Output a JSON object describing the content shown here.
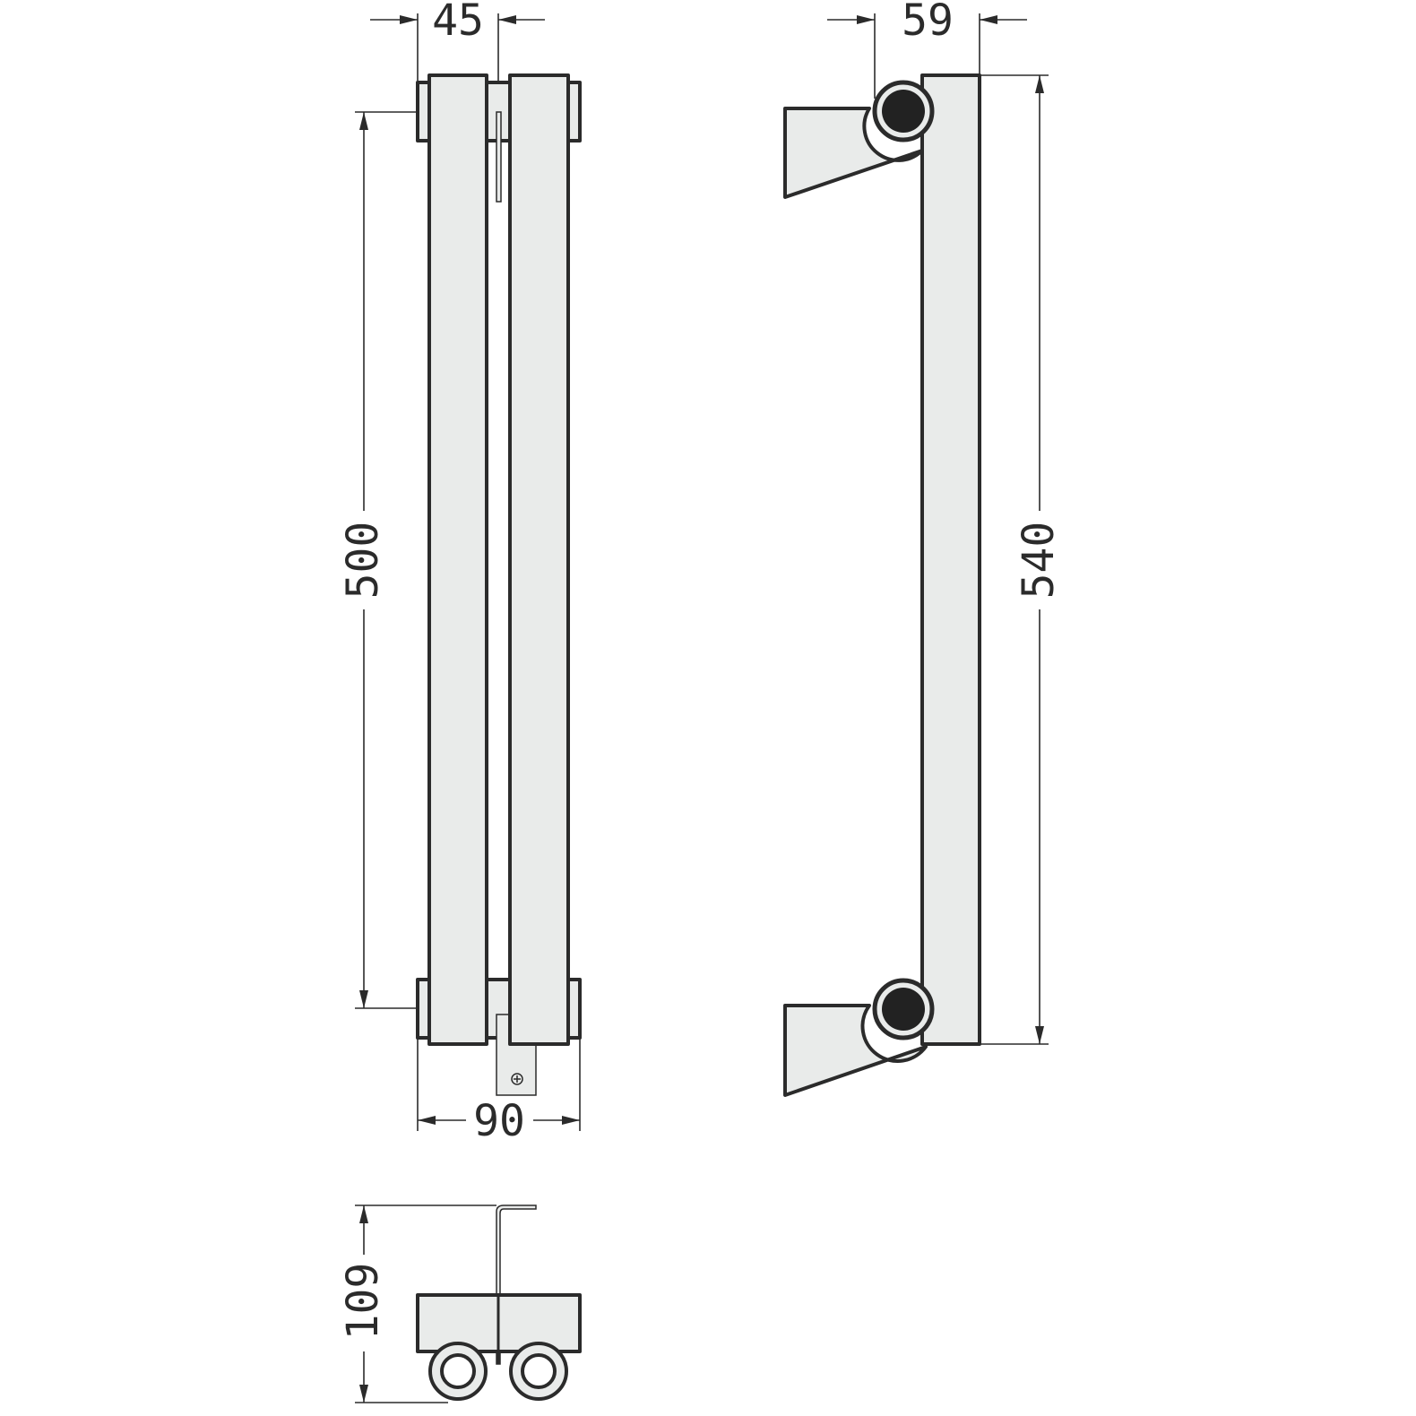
{
  "dimensions": {
    "front_bar_width": "45",
    "front_mount_spacing": "500",
    "front_total_width": "90",
    "side_depth": "59",
    "side_height": "540",
    "top_depth": "109"
  },
  "colors": {
    "line": "#2b2b2b",
    "fill": "#e9ebea",
    "pipe": "#222222"
  }
}
